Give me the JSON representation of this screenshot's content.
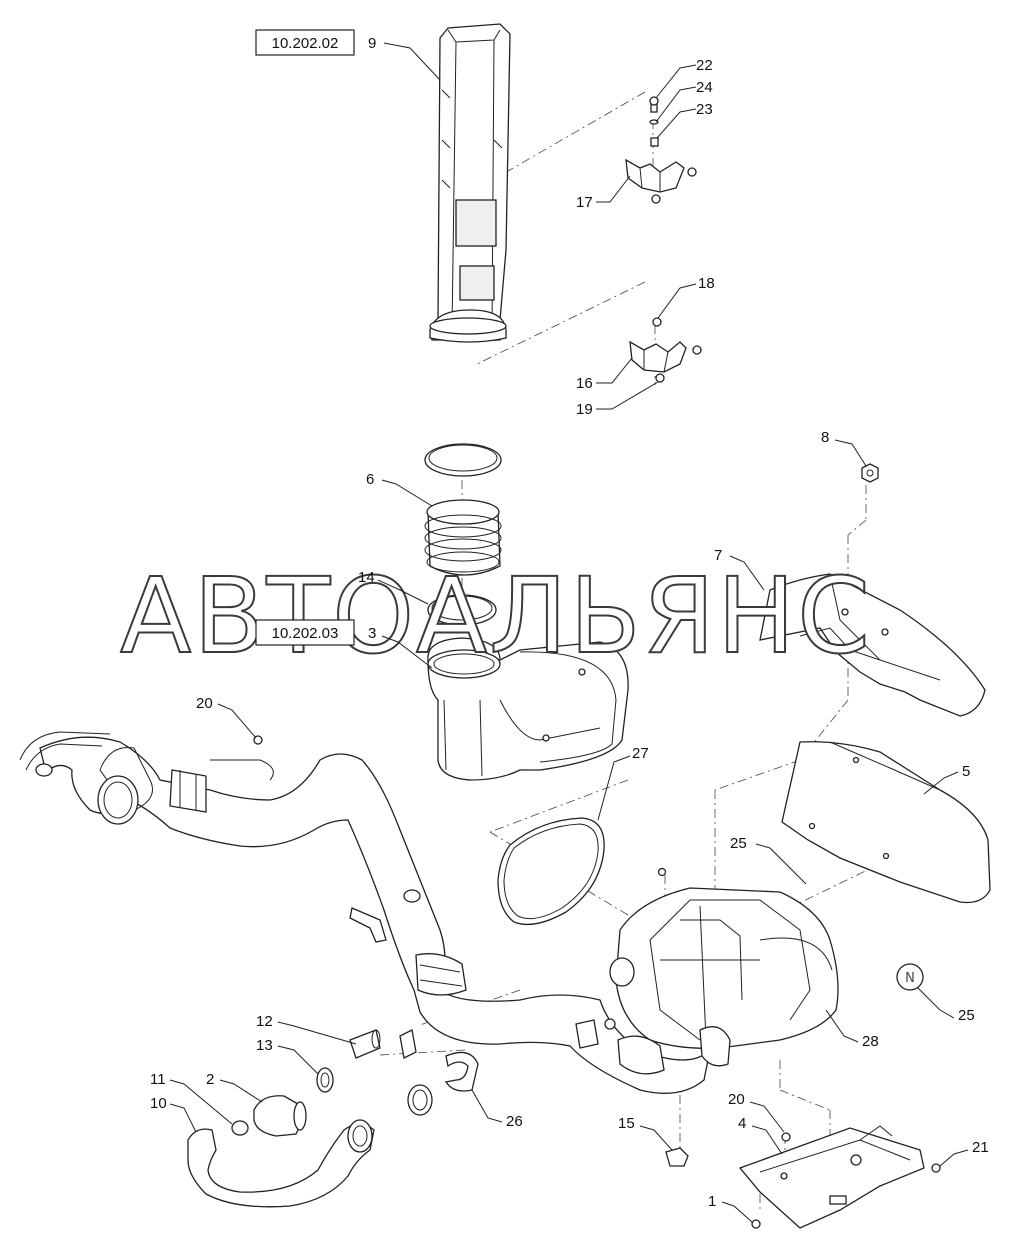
{
  "watermark": "АВТОАЛЬЯНС",
  "references": [
    {
      "id": "ref-10-202-02",
      "code": "10.202.02",
      "item": "9"
    },
    {
      "id": "ref-10-202-03",
      "code": "10.202.03",
      "item": "3"
    }
  ],
  "callouts": {
    "c22": "22",
    "c24": "24",
    "c23": "23",
    "c17": "17",
    "c18": "18",
    "c16": "16",
    "c19": "19",
    "c8": "8",
    "c6": "6",
    "c7": "7",
    "c14": "14",
    "c20a": "20",
    "c27": "27",
    "c5": "5",
    "c25a": "25",
    "c25b": "25",
    "c28": "28",
    "c12": "12",
    "c13": "13",
    "c11": "11",
    "c2": "2",
    "c10": "10",
    "c26": "26",
    "c15": "15",
    "c20b": "20",
    "c4": "4",
    "c21": "21",
    "c1": "1"
  }
}
